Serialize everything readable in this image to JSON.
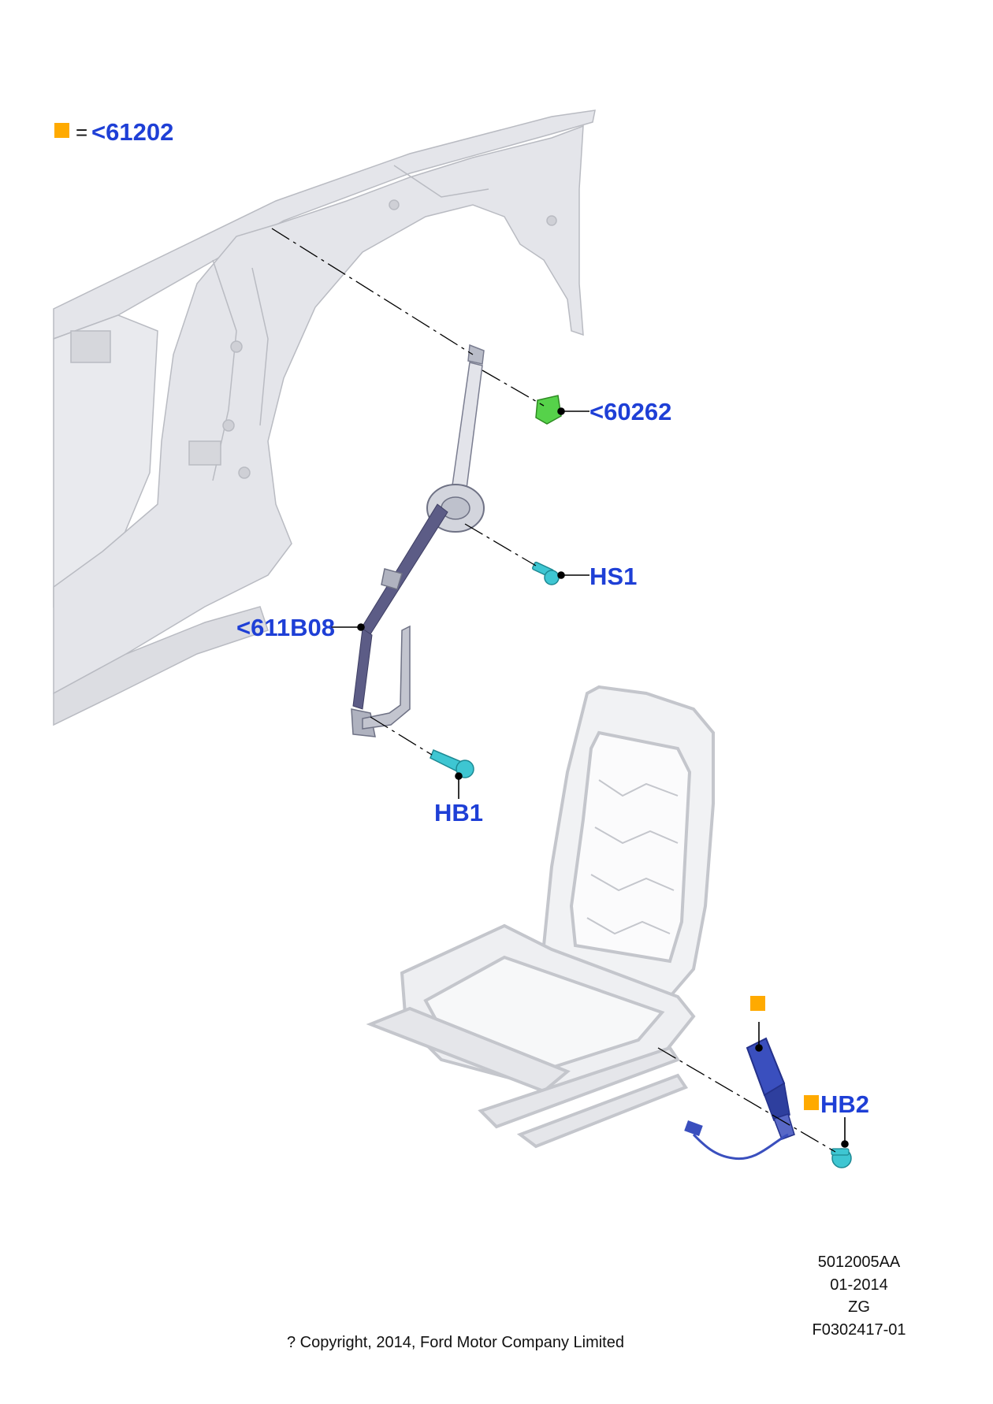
{
  "legend": {
    "symbol_color": "#FFAA00",
    "equals": "=",
    "ref": "<61202"
  },
  "callouts": {
    "c60262": "<60262",
    "hs1": "HS1",
    "c611b08": "<611B08",
    "hb1": "HB1",
    "hb2": "HB2"
  },
  "colors": {
    "callout_text": "#1E3FD6",
    "leader": "#000000",
    "part_gray": "#E4E5EA",
    "part_edge": "#B9BBC2",
    "belt": "#5C5C86",
    "bolt_cyan": "#3EC6D2",
    "clip_green": "#56D24A",
    "buckle_blue": "#3A4FBE"
  },
  "doc_codes": [
    "5012005AA",
    "01-2014",
    "ZG",
    "F0302417-01"
  ],
  "copyright": "? Copyright, 2014, Ford Motor Company Limited"
}
